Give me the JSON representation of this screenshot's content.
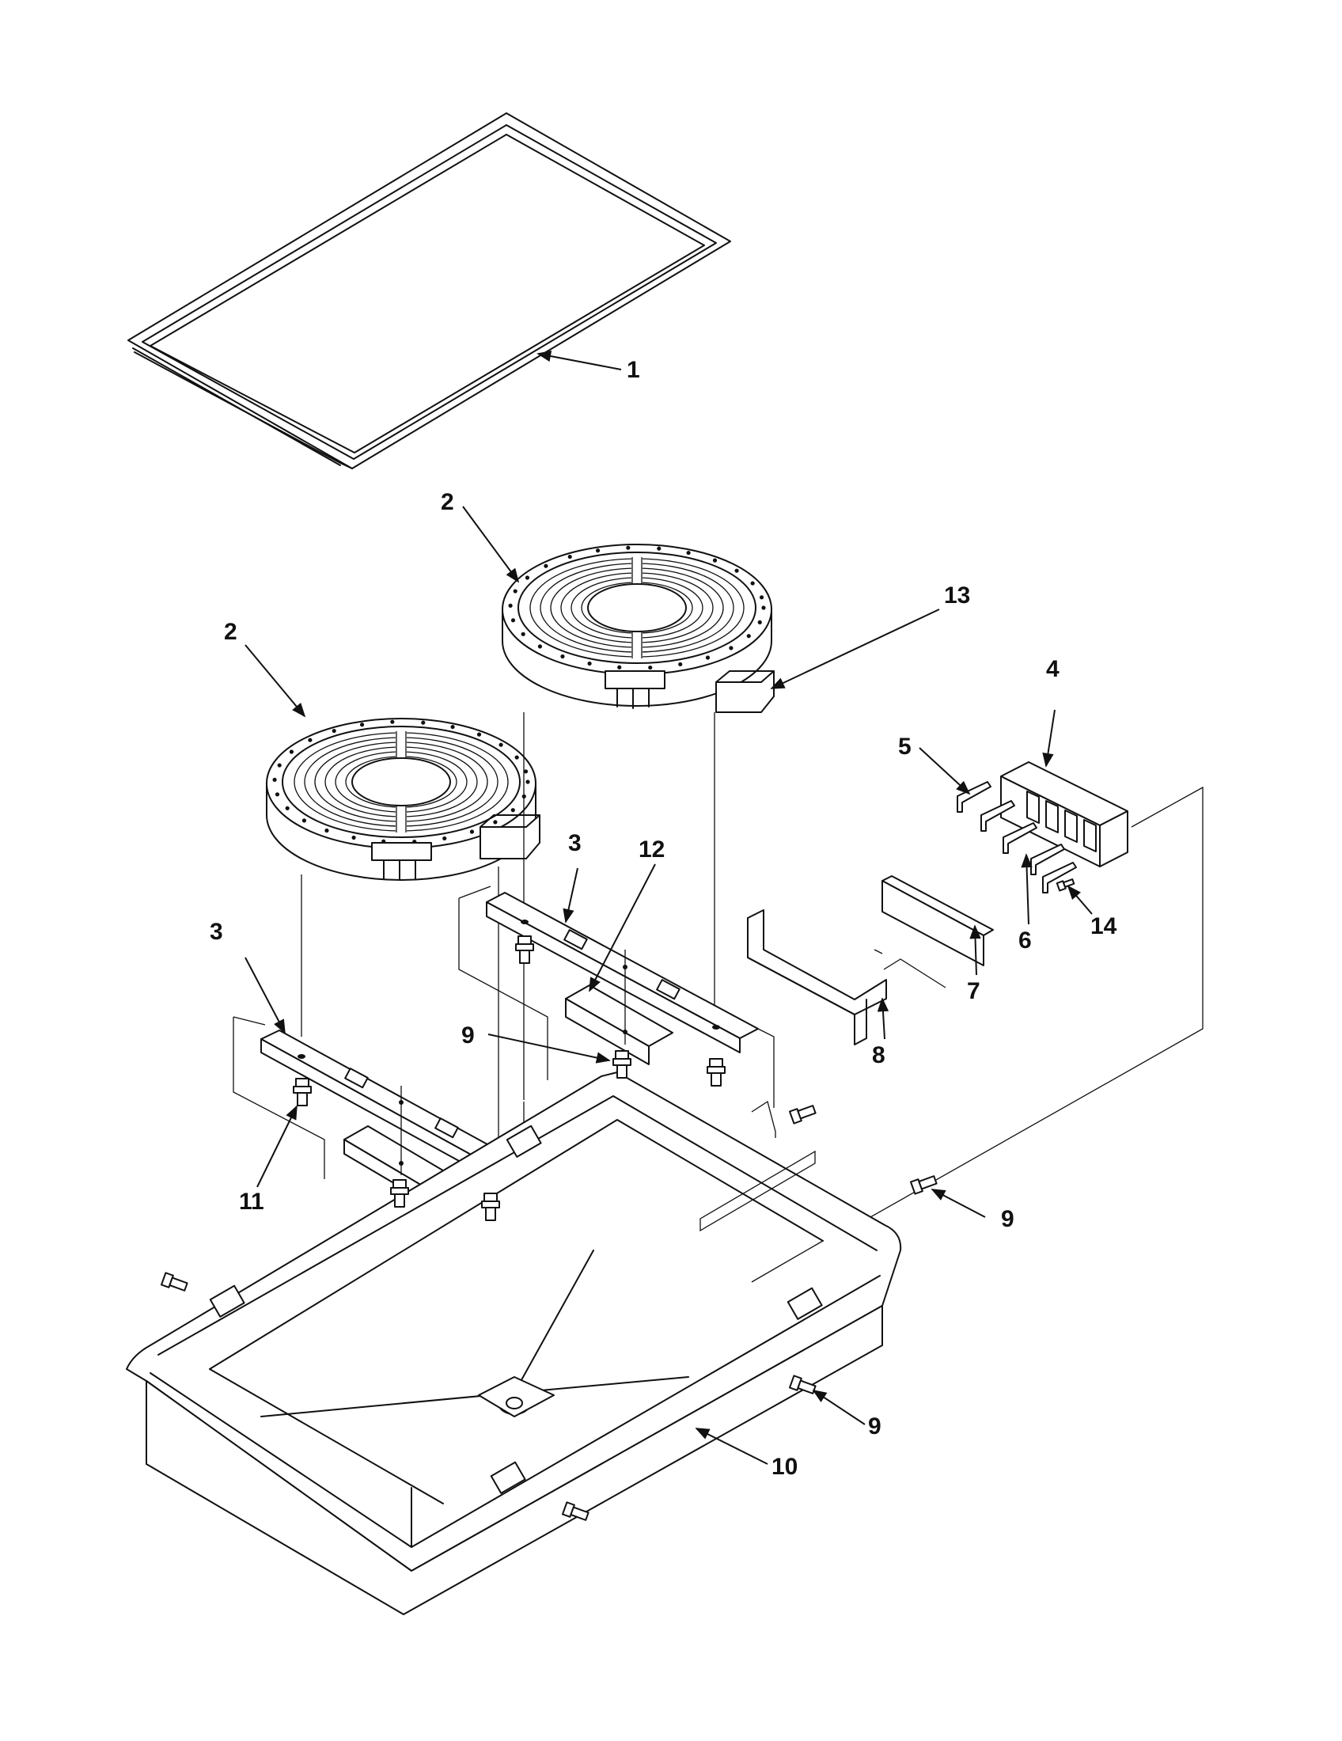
{
  "diagram": {
    "callouts": [
      {
        "id": "c1",
        "label": "1"
      },
      {
        "id": "c2a",
        "label": "2"
      },
      {
        "id": "c2b",
        "label": "2"
      },
      {
        "id": "c13",
        "label": "13"
      },
      {
        "id": "c4",
        "label": "4"
      },
      {
        "id": "c5",
        "label": "5"
      },
      {
        "id": "c3a",
        "label": "3"
      },
      {
        "id": "c12",
        "label": "12"
      },
      {
        "id": "c3b",
        "label": "3"
      },
      {
        "id": "c9a",
        "label": "9"
      },
      {
        "id": "c6",
        "label": "6"
      },
      {
        "id": "c14",
        "label": "14"
      },
      {
        "id": "c7",
        "label": "7"
      },
      {
        "id": "c8",
        "label": "8"
      },
      {
        "id": "c11",
        "label": "11"
      },
      {
        "id": "c9b",
        "label": "9"
      },
      {
        "id": "c9c",
        "label": "9"
      },
      {
        "id": "c10",
        "label": "10"
      }
    ]
  }
}
